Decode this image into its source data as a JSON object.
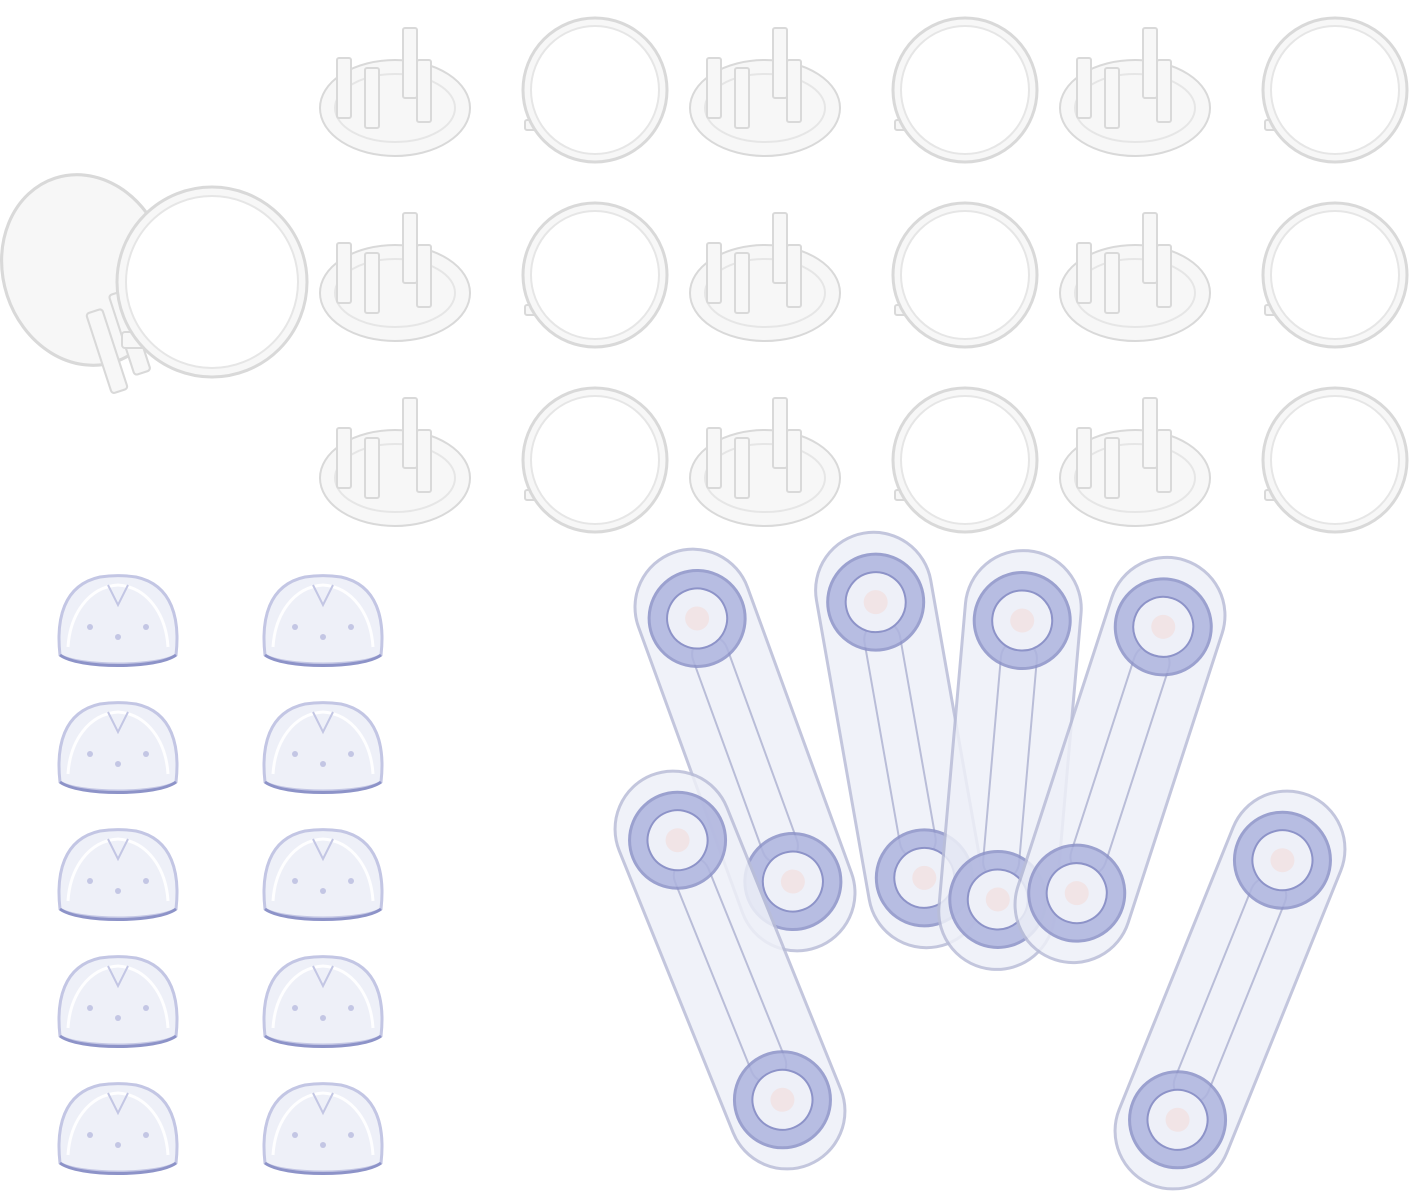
{
  "product_photo": {
    "background": "#ffffff",
    "colors": {
      "white_plastic": "#f7f7f7",
      "white_edge": "#d9d9d9",
      "white_shadow": "#e6e6e6",
      "clear_plastic": "#eef0f8",
      "clear_edge": "#b9bdd8",
      "suction_blue": "#aeb4de",
      "suction_dark": "#8d93c8",
      "pink_button": "#f1e4e6",
      "bumper_edge": "#c3c6e4"
    },
    "outlet_covers": {
      "featured_count": 1,
      "grid_rows": 3,
      "grid_columns": 3
    },
    "corner_bumpers": {
      "rows": 5,
      "columns": 2
    },
    "strap_locks": {
      "count": 6
    }
  }
}
